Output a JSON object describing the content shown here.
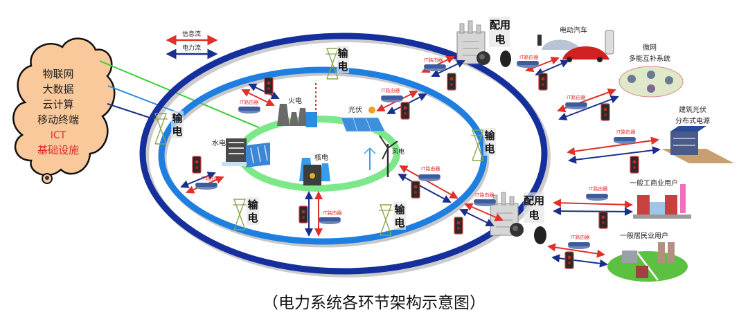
{
  "title": "电力系统各环节架构示意图",
  "caption": "（电力系统各环节架构示意图）",
  "legend": {
    "info_flow": "信息流",
    "power_flow": "电力流",
    "info_flow_color": "#e0302a",
    "power_flow_color": "#1a2f8a"
  },
  "cloud": {
    "lines": [
      "物联网",
      "大数据",
      "云计算",
      "移动终端"
    ],
    "highlight_lines": [
      "ICT",
      "基础设施"
    ],
    "fill": "#f9c89b",
    "highlight_color": "#e02a2a"
  },
  "generation": {
    "thermal": "火电",
    "solar": "光伏",
    "hydro": "水电",
    "nuclear": "核电",
    "wind": "风电",
    "ring_color": "#7de88a"
  },
  "transmission": {
    "label_top": "输",
    "label_bottom": "电",
    "ring_color": "#1e7fe0",
    "outer_ring_color": "#152f9c"
  },
  "distribution": {
    "label_line1": "配用",
    "label_line2": "电"
  },
  "router_label": "IT路由器",
  "consumers": {
    "ev": "电动汽车",
    "microgrid_line1": "微网",
    "microgrid_line2": "多能互补系统",
    "building_pv_line1": "建筑光伏",
    "building_pv_line2": "分布式电源",
    "commercial": "一般工商业用户",
    "residential": "一般居民业用户"
  }
}
